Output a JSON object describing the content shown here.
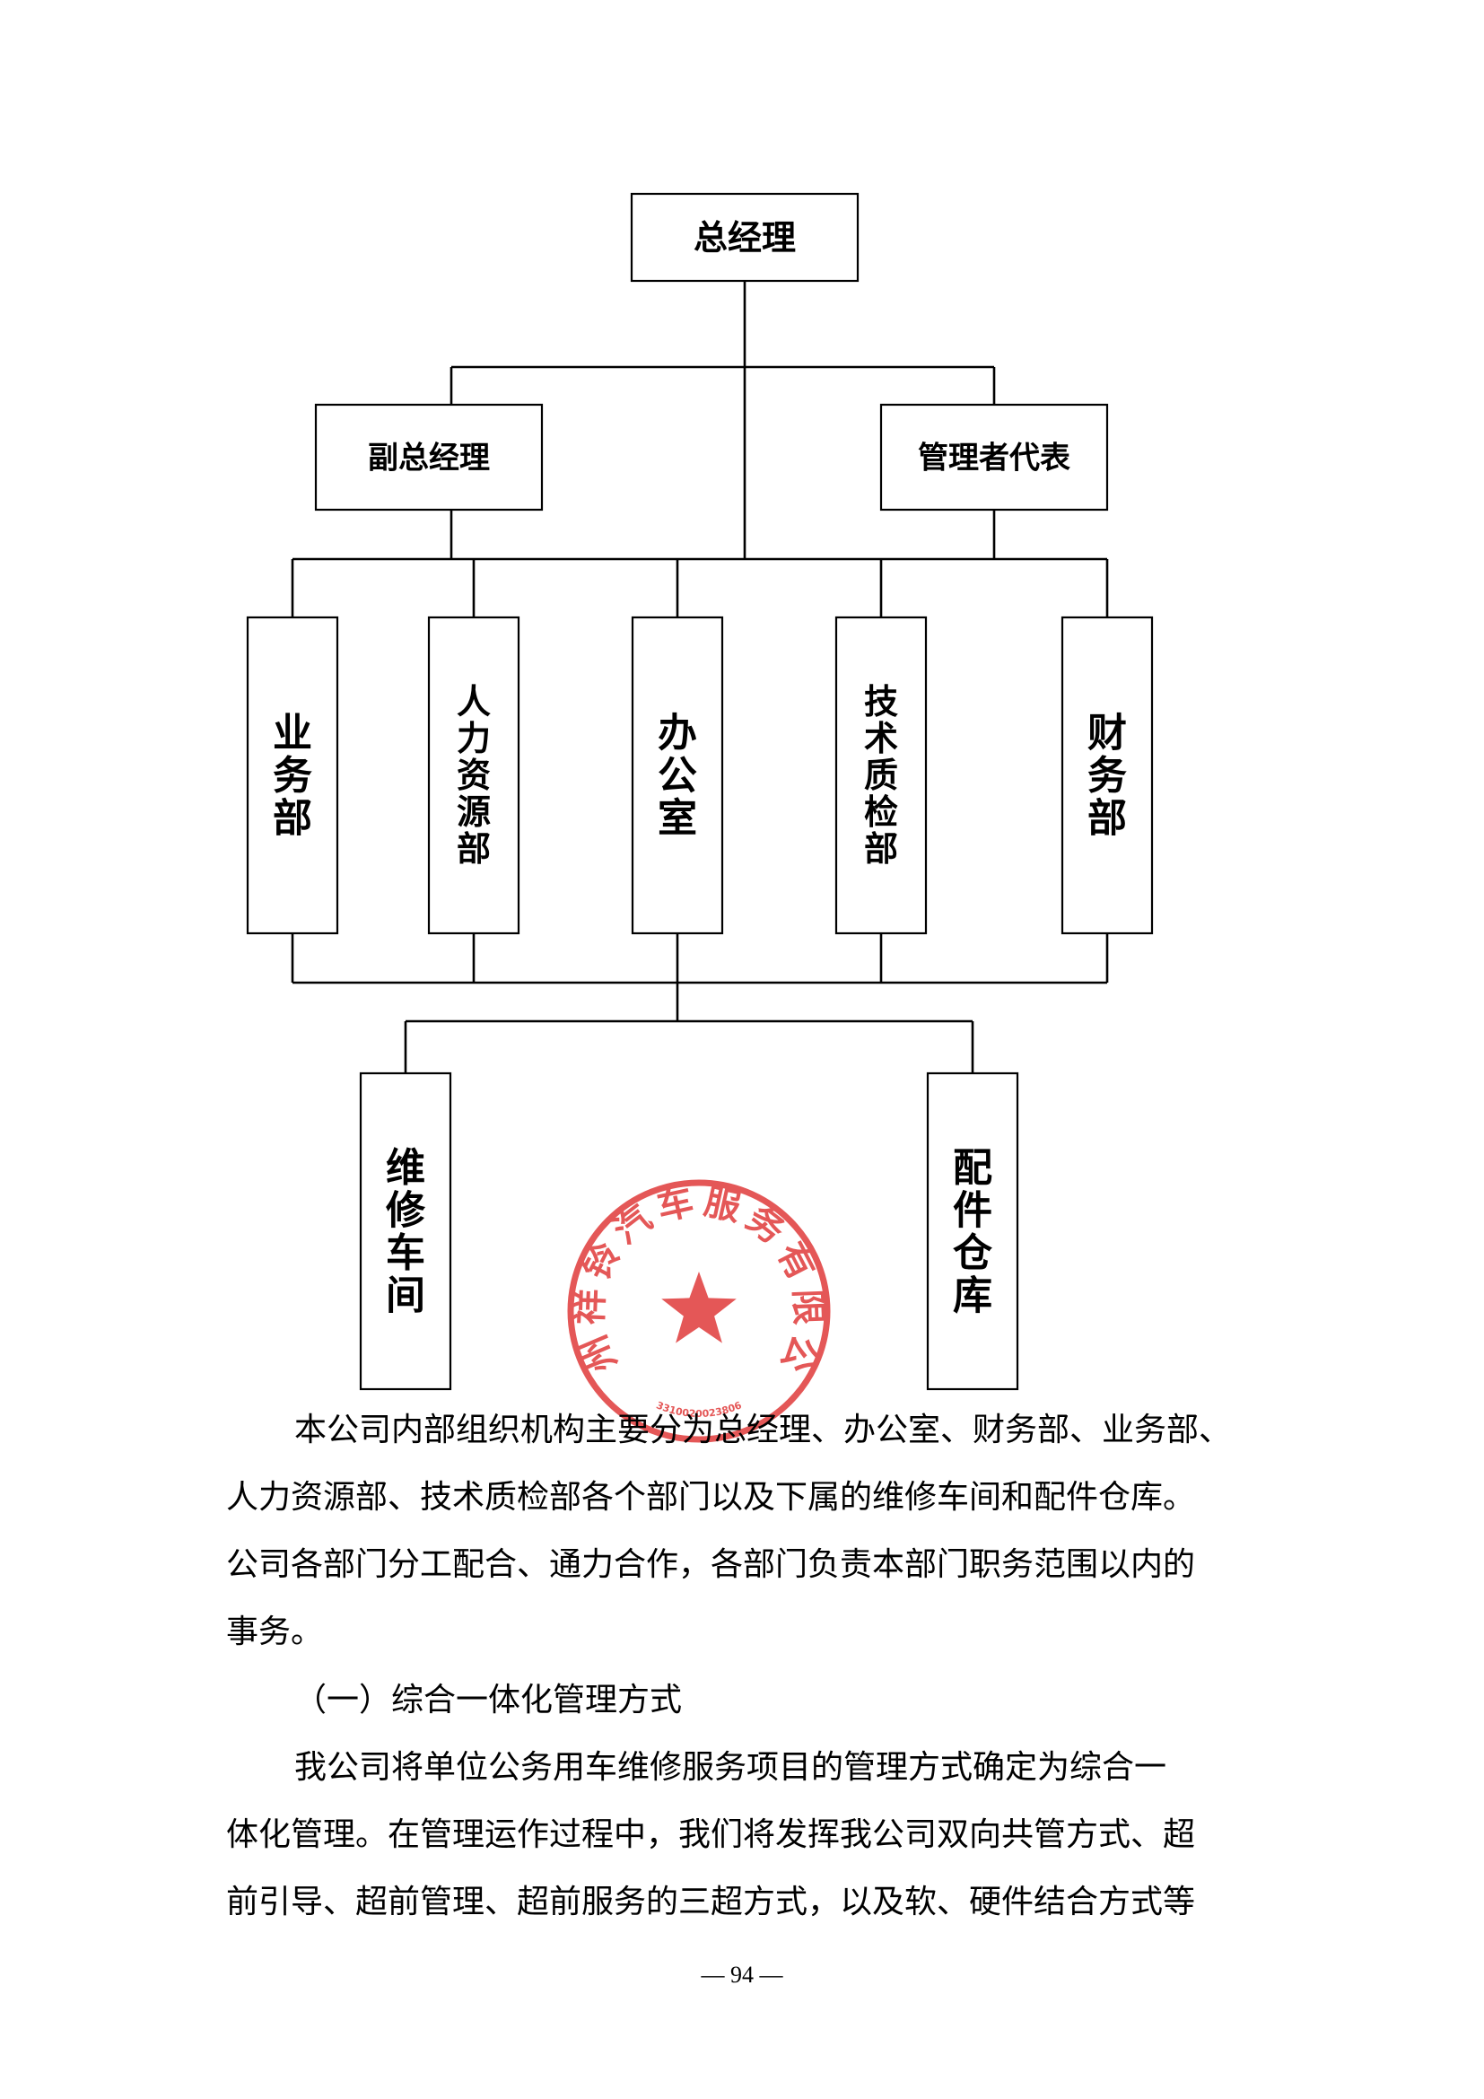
{
  "org_chart": {
    "top": {
      "id": "gm",
      "label": "总经理"
    },
    "second_row": [
      {
        "id": "deputy-gm",
        "label": "副总经理"
      },
      {
        "id": "mgmt-rep",
        "label": "管理者代表"
      }
    ],
    "departments": [
      {
        "id": "business",
        "label": "业务部"
      },
      {
        "id": "hr",
        "label": "人力资源部"
      },
      {
        "id": "office",
        "label": "办公室"
      },
      {
        "id": "tech-qc",
        "label": "技术质检部"
      },
      {
        "id": "finance",
        "label": "财务部"
      }
    ],
    "sub_units": [
      {
        "id": "workshop",
        "label": "维修车间"
      },
      {
        "id": "warehouse",
        "label": "配件仓库"
      }
    ]
  },
  "seal": {
    "text": "台州祥铃汽车服务有限公司",
    "code": "3310020023806",
    "color": "#e03a3a"
  },
  "paragraphs": [
    {
      "id": "intro",
      "lines": [
        "本公司内部组织机构主要分为总经理、办公室、财务部、业务部、",
        "人力资源部、技术质检部各个部门以及下属的维修车间和配件仓库。",
        "公司各部门分工配合、通力合作，各部门负责本部门职务范围以内的",
        "事务。"
      ]
    }
  ],
  "section_heading": "（一）综合一体化管理方式",
  "paragraph2": {
    "lines": [
      "我公司将单位公务用车维修服务项目的管理方式确定为综合一",
      "体化管理。在管理运作过程中，我们将发挥我公司双向共管方式、超",
      "前引导、超前管理、超前服务的三超方式，以及软、硬件结合方式等"
    ]
  },
  "page_number": "— 94 —"
}
